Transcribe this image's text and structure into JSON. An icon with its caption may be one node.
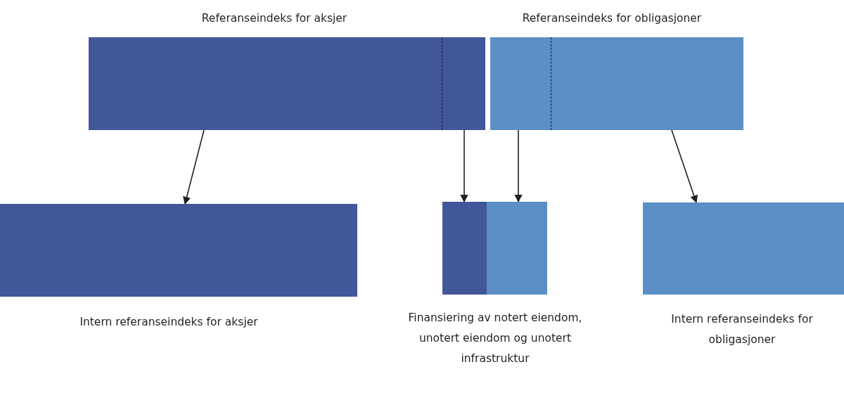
{
  "diagram": {
    "nodes": [
      {
        "text": [
          "Referanseindeks for aksjer"
        ]
      },
      {
        "text": [
          "Referanseindeks for obligasjoner"
        ]
      },
      {
        "text": [
          "Intern referanseindeks for aksjer"
        ]
      },
      {
        "text": [
          "Finansiering av notert eiendom, unotert eiendom og unotert infrastruktur"
        ]
      },
      {
        "text": [],
        "shape": "bar",
        "in": 3
      },
      {
        "text": [],
        "shape": "bar",
        "in": 3
      },
      {
        "text": [
          "Intern referanseindeks for obligasjoner"
        ]
      }
    ],
    "edges": [
      {
        "from": 0,
        "to": 2,
        "arrow": "to"
      },
      {
        "from": 0,
        "to": 4,
        "arrow": "to"
      },
      {
        "from": 1,
        "to": 5,
        "arrow": "to"
      },
      {
        "from": 1,
        "to": 6,
        "arrow": "to"
      }
    ]
  }
}
